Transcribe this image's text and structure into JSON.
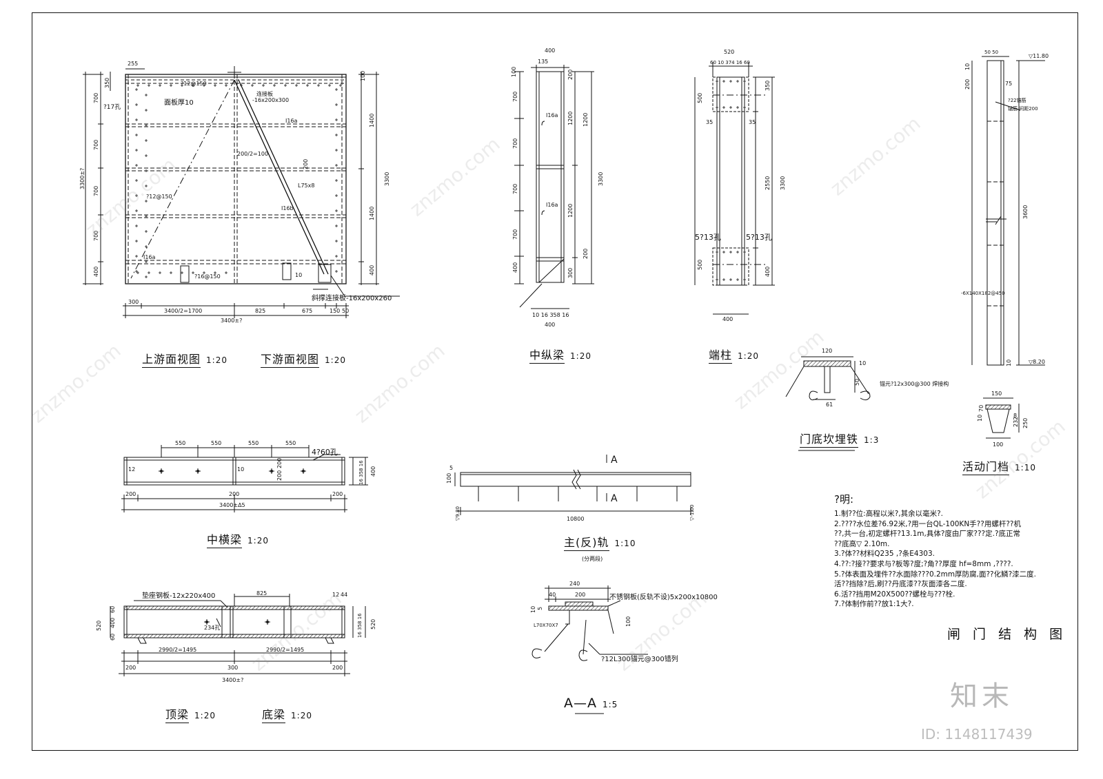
{
  "views": {
    "upstream": {
      "title": "上游面视图",
      "scale": "1:20"
    },
    "downstream": {
      "title": "下游面视图",
      "scale": "1:20"
    },
    "mid_long_beam": {
      "title": "中纵梁",
      "scale": "1:20"
    },
    "end_post": {
      "title": "端柱",
      "scale": "1:20"
    },
    "bottom_embed": {
      "title": "门底坎埋铁",
      "scale": "1:3"
    },
    "stop": {
      "title": "活动门档",
      "scale": "1:10"
    },
    "mid_cross_beam": {
      "title": "中横梁",
      "scale": "1:20"
    },
    "rail": {
      "title": "主(反)轨",
      "scale": "1:10",
      "sub": "(分两段)"
    },
    "top_beam": {
      "title": "顶梁",
      "scale": "1:20"
    },
    "bottom_beam": {
      "title": "底梁",
      "scale": "1:20"
    },
    "section_aa": {
      "title": "A—A",
      "scale": "1:5"
    }
  },
  "notes": {
    "title": "?明:",
    "lines": [
      "1.制??位:高程以米?,其余以毫米?.",
      "2.????水位差?6.92米,?用一台QL-100KN手??用螺杆??机",
      "   ??,共一台,初定螺杆?13.1m,具体?度由厂家???定.?底正常",
      "   ??底高▽ 2.10m.",
      "3.?体??材料Q235 ,?条E4303.",
      "4.??:?接??要求与?板等?度;?角??厚度 hf=8mm ,????.",
      "5.?体表面及埋件??水面除???0.2mm厚防腐,面??化鳞?漆二度.",
      "   活??挡除?后,刷??丹底漆??灰面漆各二度.",
      "6.活??挡用M20X500??螺栓与???栓.",
      "7.?体制作前??放1:1大?."
    ]
  },
  "sheet_title": "闸 门 结 构 图",
  "logo": "知末",
  "id_label": "ID: 1148117439",
  "watermark": "znzmo.com",
  "labels": {
    "up_top_255": "255",
    "up_300": "300",
    "up_half1": "3400/2=1700",
    "up_825": "825",
    "up_675": "675",
    "up_150": "150",
    "up_50": "50",
    "up_total": "3400±?",
    "up_h_total": "3300±?",
    "up_h_700a": "700",
    "up_h_700b": "700",
    "up_h_700c": "700",
    "up_h_700d": "700",
    "up_h_400": "400",
    "up_h_350": "350",
    "up_r_1400a": "1400",
    "up_r_1400b": "1400",
    "up_r_3300": "3300",
    "up_r_400": "400",
    "up_r_100": "100",
    "up_face": "面板厚10",
    "up_hole17": "?17孔",
    "up_bar150": "?12@150",
    "up_bar150b": "?12@150",
    "up_bar150c": "?16@150",
    "up_conn": "连接板",
    "up_conn_dim": "-16x200x300",
    "up_half100": "200/2=100",
    "up_l75": "L75x8",
    "up_i16a": "I16a",
    "up_i16b": "I16b",
    "up_i16c": "I16a",
    "up_pad": "斜撑连接板-16x200x260",
    "up_200": "200",
    "up_10": "10",
    "ml_400": "400",
    "ml_135": "135",
    "ml_100": "100",
    "ml_700a": "700",
    "ml_700b": "700",
    "ml_700c": "700",
    "ml_700d": "700",
    "ml_400b": "400",
    "ml_200a": "200",
    "ml_1200a": "1200",
    "ml_1200b": "1200",
    "ml_1200c": "1200",
    "ml_3300": "3300",
    "ml_200b": "200",
    "ml_300": "300",
    "ml_i16a": "I16a",
    "ml_i16b": "I16a",
    "ml_bot": "10 16  358  16",
    "ml_bot400": "400",
    "ep_520": "520",
    "ep_sub": "60 10 374 16 60",
    "ep_350": "350",
    "ep_2550": "2550",
    "ep_3300": "3300",
    "ep_400": "400",
    "ep_500a": "500",
    "ep_500b": "500",
    "ep_35a": "35",
    "ep_35b": "35",
    "ep_holes_a": "5?13孔",
    "ep_holes_b": "5?13孔",
    "ep_bottom400": "400",
    "be_120": "120",
    "be_10": "10",
    "be_50": "50",
    "be_61": "61",
    "be_bar": "锚元?12x300@300 焊接构",
    "st_50": "50 50",
    "st_10": "10",
    "st_el_top": "▽11.80",
    "st_el_bot": "▽8.20",
    "st_200": "200",
    "st_75": "75",
    "st_bar": "?22锚筋",
    "st_bar2": "锚筋 间距200",
    "st_3600": "3600",
    "st_plate": "-6X140X182@450",
    "st_bot10": "10",
    "ds_150": "150",
    "ds_70": "70",
    "ds_10": "10",
    "ds_8": "8",
    "ds_232": "232",
    "ds_250": "250",
    "ds_100": "100",
    "mc_550a": "550",
    "mc_550b": "550",
    "mc_550c": "550",
    "mc_550d": "550",
    "mc_holes": "4?60孔",
    "mc_200l": "200",
    "mc_200m": "200",
    "mc_200r": "200",
    "mc_total": "3400±Δ5",
    "mc_12": "12",
    "mc_10": "10",
    "mc_358": "16 358 16",
    "mc_400": "400",
    "mc_200v": "200",
    "mc_200v2": "200",
    "rl_A1": "A",
    "rl_A2": "A",
    "rl_100": "100",
    "rl_5": "5",
    "rl_total": "10800",
    "rl_el_l": "▽9.80",
    "rl_el_r": "▽-1.00",
    "tb_plate": "垫座钢板-12x220x400",
    "tb_825": "825",
    "tb_12": "12",
    "tb_44": "44",
    "tb_520": "520",
    "tb_60a": "60",
    "tb_400": "400",
    "tb_60b": "60",
    "tb_r_358": "16 358 16",
    "tb_r_520": "520",
    "tb_234": "234孔",
    "tb_half1": "2990/2=1495",
    "tb_half2": "2990/2=1495",
    "tb_200l": "200",
    "tb_300": "300",
    "tb_200r": "200",
    "tb_total": "3400±?",
    "aa_240": "240",
    "aa_40": "40",
    "aa_200": "200",
    "aa_10": "10",
    "aa_5": "5",
    "aa_100": "100",
    "aa_plate": "不锈钢板(反轨不设)5x200x10800",
    "aa_angle": "L70X70X7",
    "aa_bar": "?12L300锚元@300错列"
  }
}
